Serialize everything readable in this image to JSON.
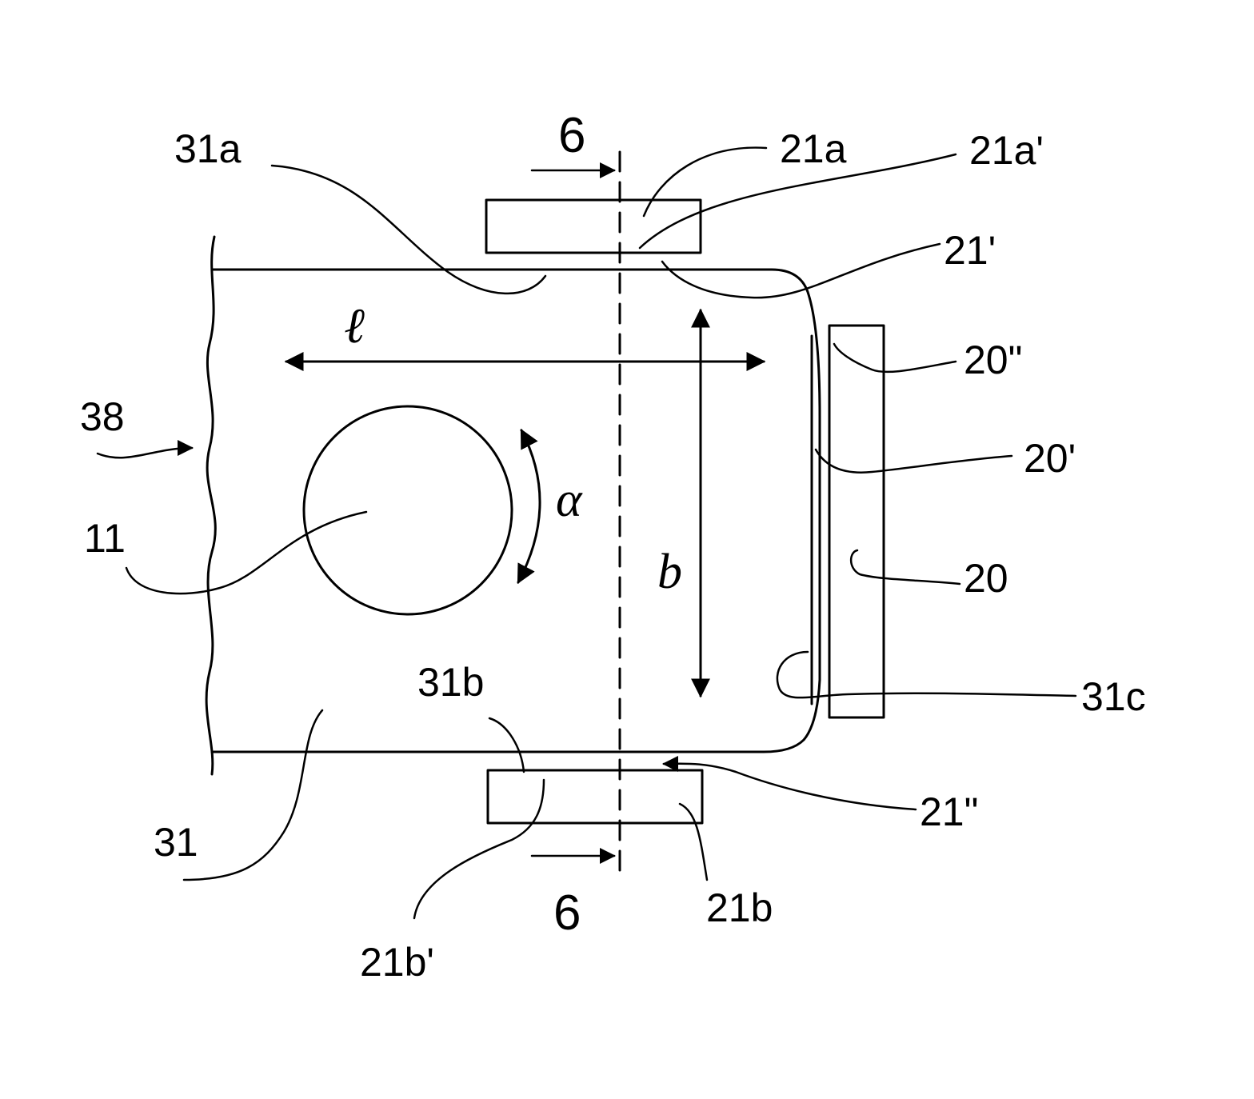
{
  "labels": {
    "l_31a": "31a",
    "l_6_top": "6",
    "l_21a": "21a",
    "l_21a_prime": "21a'",
    "l_21_prime": "21'",
    "l_ell": "ℓ",
    "l_20_dprime": "20\"",
    "l_38": "38",
    "l_20_prime": "20'",
    "l_alpha": "α",
    "l_11": "11",
    "l_b": "b",
    "l_20": "20",
    "l_31b": "31b",
    "l_31c": "31c",
    "l_21_dprime": "21\"",
    "l_31": "31",
    "l_6_bottom": "6",
    "l_21b": "21b",
    "l_21b_prime": "21b'"
  }
}
